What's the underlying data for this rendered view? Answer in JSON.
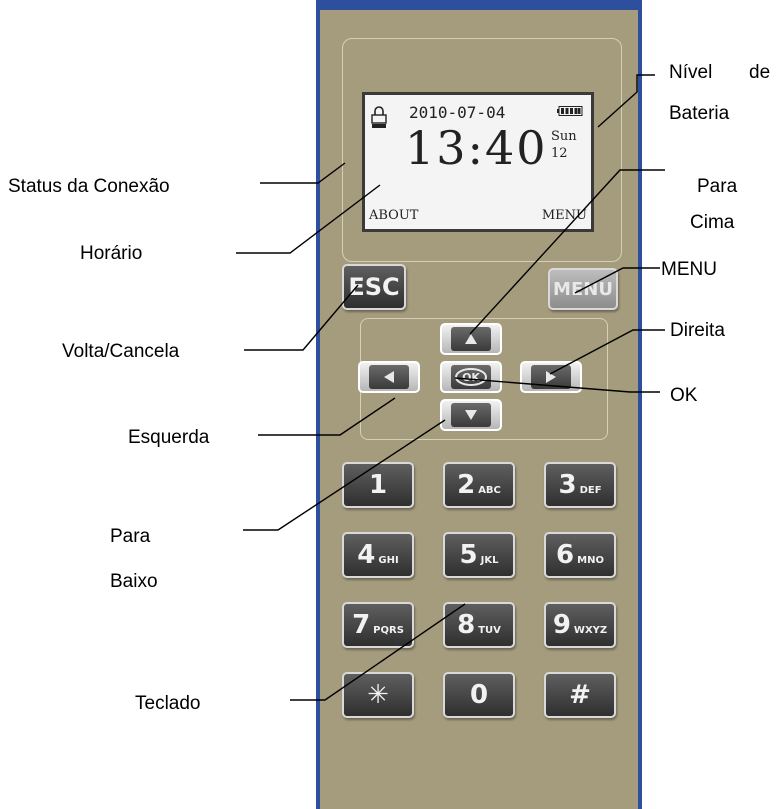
{
  "labels": {
    "status": "Status da Conexão",
    "horario": "Horário",
    "volta": "Volta/Cancela",
    "esquerda": "Esquerda",
    "para_baixo_1": "Para",
    "para_baixo_2": "Baixo",
    "teclado": "Teclado",
    "nivel_1": "Nível",
    "nivel_2": "de",
    "bateria": "Bateria",
    "para_cima_1": "Para",
    "para_cima_2": "Cima",
    "menu": "MENU",
    "direita": "Direita",
    "ok": "OK"
  },
  "lcd": {
    "date": "2010-07-04",
    "time": "13:40",
    "day": "Sun",
    "day_num": "12",
    "left_soft": "ABOUT",
    "right_soft": "MENU"
  },
  "buttons": {
    "esc": "ESC",
    "menu": "MENU",
    "ok": "OK"
  },
  "keypad": [
    {
      "main": "1",
      "sub": ""
    },
    {
      "main": "2",
      "sub": "ABC"
    },
    {
      "main": "3",
      "sub": "DEF"
    },
    {
      "main": "4",
      "sub": "GHI"
    },
    {
      "main": "5",
      "sub": "JKL"
    },
    {
      "main": "6",
      "sub": "MNO"
    },
    {
      "main": "7",
      "sub": "PQRS"
    },
    {
      "main": "8",
      "sub": "TUV"
    },
    {
      "main": "9",
      "sub": "WXYZ"
    },
    {
      "main": "✳",
      "sub": ""
    },
    {
      "main": "0",
      "sub": ""
    },
    {
      "main": "#",
      "sub": ""
    }
  ],
  "icons": {
    "connection": "lock-icon",
    "battery": "battery-icon",
    "up": "arrow-up-icon",
    "down": "arrow-down-icon",
    "left": "arrow-left-icon",
    "right": "arrow-right-icon"
  },
  "colors": {
    "device_body": "#a59c7e",
    "device_frame": "#2d4f9e",
    "key_dark": "#3a3a3a",
    "lcd_background": "#f4f4f4"
  }
}
